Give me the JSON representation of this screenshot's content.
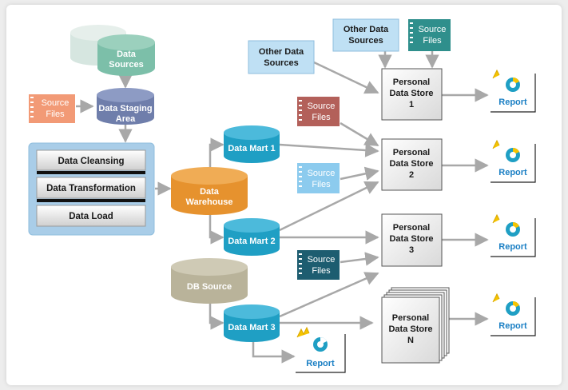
{
  "nodes": {
    "data_sources": [
      "Data",
      "Sources"
    ],
    "source_files_left": [
      "Source",
      "Files"
    ],
    "staging_area": [
      "Data Staging",
      "Area"
    ],
    "cleansing": "Data Cleansing",
    "transformation": "Data Transformation",
    "load": "Data Load",
    "warehouse": [
      "Data",
      "Warehouse"
    ],
    "db_source": "DB Source",
    "mart_1": "Data Mart 1",
    "mart_2": "Data Mart 2",
    "mart_3": "Data Mart 3",
    "other_sources_1": [
      "Other Data",
      "Sources"
    ],
    "other_sources_2": [
      "Other Data",
      "Sources"
    ],
    "source_files_teal": [
      "Source",
      "Files"
    ],
    "source_files_red": [
      "Source",
      "Files"
    ],
    "source_files_lightblue": [
      "Source",
      "Files"
    ],
    "source_files_darkteal": [
      "Source",
      "Files"
    ],
    "pds_1": [
      "Personal",
      "Data Store",
      "1"
    ],
    "pds_2": [
      "Personal",
      "Data Store",
      "2"
    ],
    "pds_3": [
      "Personal",
      "Data Store",
      "3"
    ],
    "pds_n": [
      "Personal",
      "Data Store",
      "N"
    ],
    "report_1": "Report",
    "report_2": "Report",
    "report_3": "Report",
    "report_n": "Report",
    "report_mart3": "Report"
  },
  "colors": {
    "data_sources_cylinder": "#7cbfa9",
    "data_sources_shadow_cylinder": "#d6e6e0",
    "staging_cylinder": "#6f7eab",
    "source_files_left": "#f29a76",
    "etl_panel": "#a9cde8",
    "warehouse_cylinder": "#e6922e",
    "db_source_cylinder": "#b9b39a",
    "data_mart_cylinder": "#1f9fc4",
    "other_sources_box": "#bfe0f4",
    "source_files_teal": "#2f8f8c",
    "source_files_red": "#b3605a",
    "source_files_lightblue": "#8ccbee",
    "source_files_darkteal": "#1d5d70",
    "report_text": "#1a7fc4",
    "arrow": "#a8a8a8"
  },
  "icons": [
    "database-cylinder-icon",
    "document-icon",
    "pie-chart-icon",
    "report-icon"
  ]
}
